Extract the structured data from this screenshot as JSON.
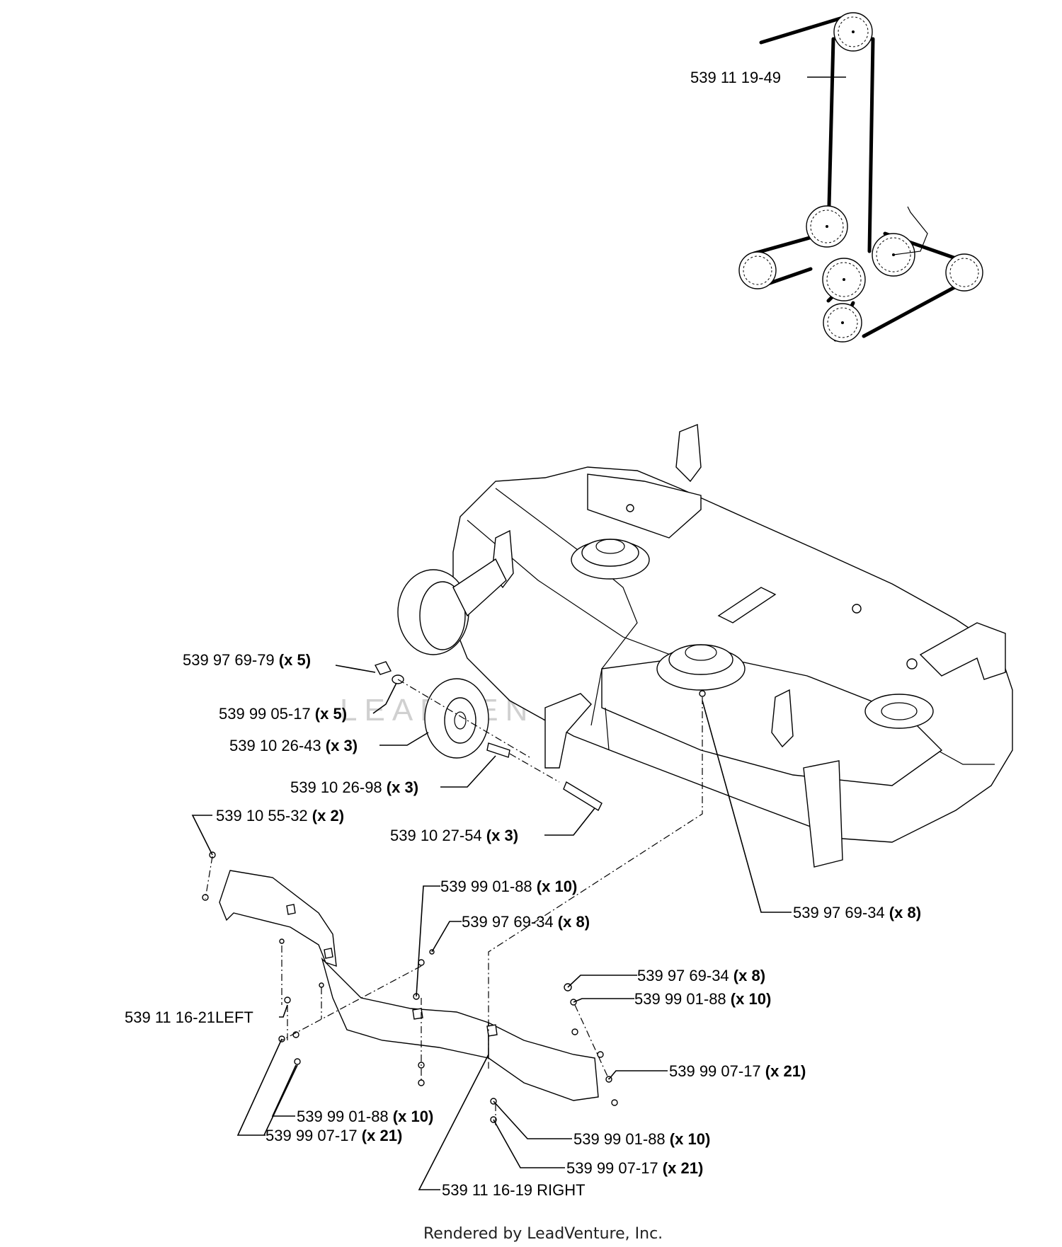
{
  "callouts": [
    {
      "id": "belt",
      "part": "539 11 19-49",
      "qty": ""
    },
    {
      "id": "nut",
      "part": "539 97 69-79",
      "qty": "(x 5)"
    },
    {
      "id": "washer",
      "part": "539 99 05-17",
      "qty": "(x 5)"
    },
    {
      "id": "wheel",
      "part": "539 10 26-43",
      "qty": "(x 3)"
    },
    {
      "id": "spacer",
      "part": "539 10 26-98",
      "qty": "(x 3)"
    },
    {
      "id": "screw-small",
      "part": "539 10 55-32",
      "qty": "(x 2)"
    },
    {
      "id": "axle-bolt",
      "part": "539 10 27-54",
      "qty": "(x 3)"
    },
    {
      "id": "washer-a",
      "part": "539 99 01-88",
      "qty": "(x 10)"
    },
    {
      "id": "bolt-a",
      "part": "539 97 69-34",
      "qty": "(x 8)"
    },
    {
      "id": "bolt-deck",
      "part": "539 97 69-34",
      "qty": "(x 8)"
    },
    {
      "id": "bolt-b",
      "part": "539 97 69-34",
      "qty": "(x 8)"
    },
    {
      "id": "washer-b",
      "part": "539 99 01-88",
      "qty": "(x 10)"
    },
    {
      "id": "nut-b",
      "part": "539 99 07-17",
      "qty": "(x 21)"
    },
    {
      "id": "shield-left",
      "part": "539 11 16-21LEFT",
      "qty": ""
    },
    {
      "id": "washer-c",
      "part": "539 99 01-88",
      "qty": "(x 10)"
    },
    {
      "id": "nut-c",
      "part": "539 99 07-17",
      "qty": "(x 21)"
    },
    {
      "id": "washer-d",
      "part": "539 99 01-88",
      "qty": "(x 10)"
    },
    {
      "id": "nut-d",
      "part": "539 99 07-17",
      "qty": "(x 21)"
    },
    {
      "id": "shield-right",
      "part": "539 11 16-19 RIGHT",
      "qty": ""
    }
  ],
  "footer": "Rendered by LeadVenture, Inc.",
  "watermark": "LEADVENTURE"
}
